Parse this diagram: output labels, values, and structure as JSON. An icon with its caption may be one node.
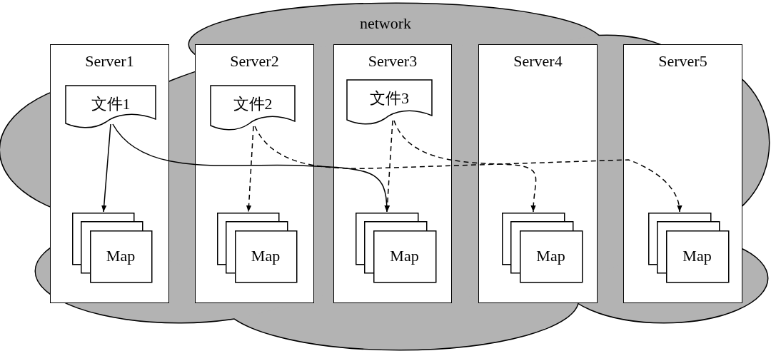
{
  "diagram": {
    "nodes": [
      {
        "text": [
          "network"
        ]
      },
      {
        "text": [
          "Server1"
        ]
      },
      {
        "text": [
          "文件1"
        ],
        "in": 1
      },
      {
        "text": [
          "Map"
        ],
        "in": 1
      },
      {
        "text": [
          "Server2"
        ],
        "in": 0
      },
      {
        "text": [
          "文件2"
        ],
        "in": 4
      },
      {
        "text": [
          "Map"
        ],
        "in": 4
      },
      {
        "text": [
          "Server3"
        ],
        "in": 0
      },
      {
        "text": [
          "文件3"
        ],
        "in": 7
      },
      {
        "text": [
          "Map"
        ],
        "in": 7
      },
      {
        "text": [
          "Server4"
        ],
        "in": 0
      },
      {
        "text": [
          "Map"
        ],
        "in": 10
      },
      {
        "text": [
          "Server5"
        ]
      },
      {
        "text": [
          "Map"
        ],
        "in": 12
      }
    ],
    "edges": [
      {
        "from": 2,
        "to": 3,
        "arrow": "to"
      },
      {
        "from": 2,
        "to": 9,
        "arrow": "to"
      },
      {
        "from": 5,
        "to": 6,
        "arrow": "to",
        "style": "dashed"
      },
      {
        "from": 5,
        "to": 13,
        "arrow": "to",
        "style": "dashed"
      },
      {
        "from": 8,
        "to": 9,
        "arrow": "to",
        "style": "dashed"
      },
      {
        "from": 8,
        "to": 11,
        "arrow": "to",
        "style": "dashed"
      }
    ]
  }
}
